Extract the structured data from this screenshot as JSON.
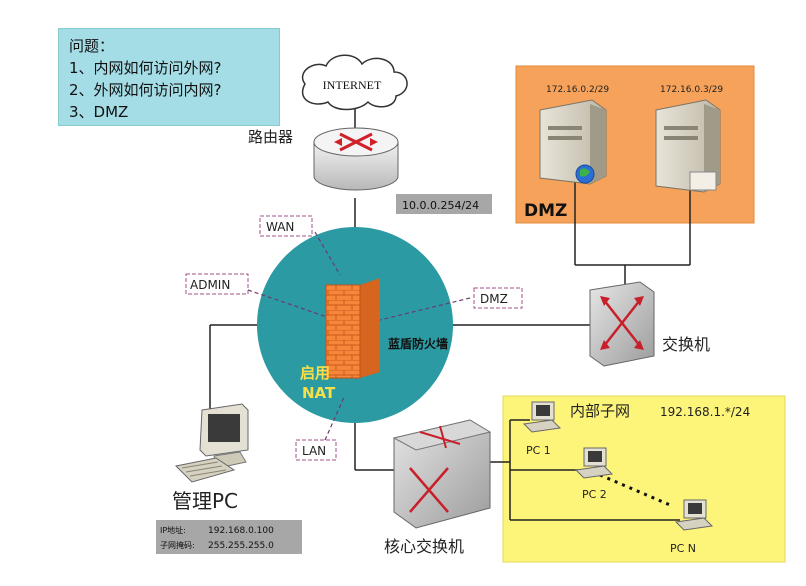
{
  "questions": {
    "title": "问题：",
    "items": [
      "1、内网如何访问外网?",
      "2、外网如何访问内网?",
      "3、DMZ"
    ]
  },
  "internet": {
    "label": "INTERNET"
  },
  "router": {
    "label": "路由器",
    "ip": "10.0.0.254/24"
  },
  "firewall": {
    "label": "蓝盾防火墙",
    "nat_label_1": "启用",
    "nat_label_2": "NAT"
  },
  "ports": {
    "wan": "WAN",
    "admin": "ADMIN",
    "dmz": "DMZ",
    "lan": "LAN"
  },
  "dmz": {
    "label": "DMZ",
    "server1_ip": "172.16.0.2/29",
    "server2_ip": "172.16.0.3/29"
  },
  "dmz_switch": {
    "label": "交换机"
  },
  "core_switch": {
    "label": "核心交换机"
  },
  "admin_pc": {
    "label": "管理PC",
    "ip_label": "IP地址:",
    "ip_value": "192.168.0.100",
    "mask_label": "子网掩码:",
    "mask_value": "255.255.255.0"
  },
  "lan": {
    "title": "内部子网",
    "subnet": "192.168.1.*/24",
    "pc1": "PC 1",
    "pc2": "PC 2",
    "pcn": "PC N"
  },
  "colors": {
    "question_bg": "#a4dde6",
    "firewall_circle": "#2c9aa3",
    "dmz_bg": "#f7a25a",
    "lan_bg": "#fdf47a",
    "nat_text": "#f5e04a",
    "port_border": "#a0508a"
  }
}
